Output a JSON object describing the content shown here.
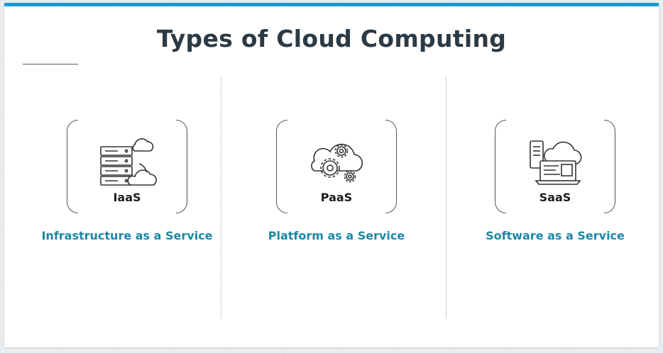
{
  "slide": {
    "title": "Types of Cloud Computing",
    "accent_color": "#1a9bd7",
    "caption_color": "#1c87a8"
  },
  "services": [
    {
      "abbr": "IaaS",
      "label": "Infrastructure as a Service",
      "icon": "server-cloud-icon"
    },
    {
      "abbr": "PaaS",
      "label": "Platform as a Service",
      "icon": "cloud-gears-icon"
    },
    {
      "abbr": "SaaS",
      "label": "Software as a Service",
      "icon": "cloud-devices-icon"
    }
  ]
}
